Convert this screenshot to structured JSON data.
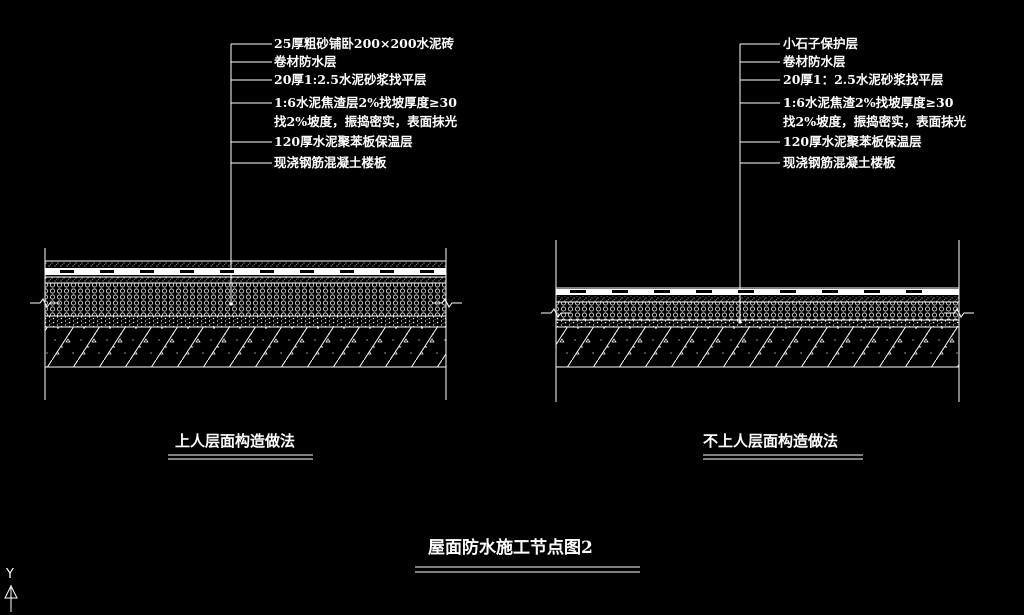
{
  "drawing": {
    "title": "屋面防水施工节点图2",
    "background": "#000000",
    "line_color": "#ffffff"
  },
  "left_detail": {
    "caption": "上人层面构造做法",
    "notes": [
      "25厚粗砂铺卧200×200水泥砖",
      "卷材防水层",
      "20厚1:2.5水泥砂浆找平层",
      "1:6水泥焦渣层2%找坡厚度≥30",
      "找2%坡度，振捣密实，表面抹光",
      "120厚水泥聚苯板保温层",
      "现浇钢筋混凝土楼板"
    ]
  },
  "right_detail": {
    "caption": "不上人层面构造做法",
    "notes": [
      "小石子保护层",
      "卷材防水层",
      "20厚1：2.5水泥砂浆找平层",
      "1:6水泥焦渣2%找坡厚度≥30",
      "找2%坡度，振捣密实，表面抹光",
      "120厚水泥聚苯板保温层",
      "现浇钢筋混凝土楼板"
    ]
  },
  "ucs_icon": {
    "axis_label": "Y"
  }
}
